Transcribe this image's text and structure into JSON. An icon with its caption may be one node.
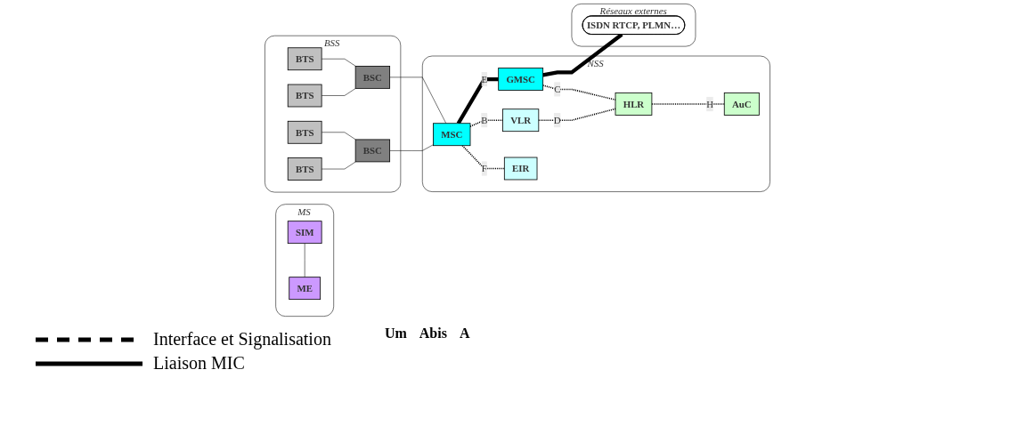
{
  "diagram": {
    "nodes": [
      {
        "text": [
          "MS"
        ]
      },
      {
        "text": [
          "SIM"
        ],
        "in": 0
      },
      {
        "text": [
          "ME"
        ],
        "in": 0
      },
      {
        "text": [
          "BSS"
        ]
      },
      {
        "text": [
          "BTS"
        ],
        "in": 3
      },
      {
        "text": [
          "BTS"
        ],
        "in": 3
      },
      {
        "text": [
          "BTS"
        ],
        "in": 3
      },
      {
        "text": [
          "BTS"
        ],
        "in": 3
      },
      {
        "text": [
          "BSC"
        ],
        "in": 3
      },
      {
        "text": [
          "BSC"
        ],
        "in": 3
      },
      {
        "text": [
          "NSS"
        ]
      },
      {
        "text": [
          "VLR"
        ],
        "in": 10
      },
      {
        "text": [
          "HLR"
        ],
        "in": 10
      },
      {
        "text": [
          "MSC"
        ],
        "in": 10
      },
      {
        "text": [
          "GMSC"
        ],
        "in": 10
      },
      {
        "text": [
          "EIR"
        ],
        "in": 10
      },
      {
        "text": [
          "AuC"
        ],
        "in": 10
      },
      {
        "text": [
          "Réseaux externes"
        ]
      },
      {
        "text": [
          "ISDN RTCP, PLMN…"
        ],
        "in": 17
      }
    ],
    "edges": [
      {
        "from": 1,
        "to": 2,
        "arrow": "none"
      },
      {
        "from": 4,
        "to": 8,
        "arrow": "none"
      },
      {
        "from": 5,
        "to": 8,
        "arrow": "none"
      },
      {
        "from": 6,
        "to": 9,
        "arrow": "none"
      },
      {
        "from": 7,
        "to": 9,
        "arrow": "none"
      },
      {
        "from": 8,
        "to": 13,
        "arrow": "none"
      },
      {
        "from": 9,
        "to": 13,
        "arrow": "none"
      },
      {
        "from": 11,
        "to": 12,
        "arrow": "none",
        "label": "D",
        "style": "dashed"
      },
      {
        "from": 13,
        "to": 11,
        "arrow": "none",
        "label": "B",
        "style": "dashed"
      },
      {
        "from": 14,
        "to": 12,
        "arrow": "none",
        "label": "C",
        "style": "dashed"
      },
      {
        "from": 13,
        "to": 14,
        "arrow": "none",
        "label": "E",
        "style": "thick"
      },
      {
        "from": 13,
        "to": 15,
        "arrow": "none",
        "label": "F",
        "style": "dashed"
      },
      {
        "from": 12,
        "to": 16,
        "arrow": "none",
        "label": "H",
        "style": "dashed"
      },
      {
        "from": 14,
        "to": 18,
        "arrow": "none",
        "style": "thick"
      }
    ],
    "labels": [
      "Um",
      "Abis",
      "A"
    ],
    "legend": [
      {
        "text": "Interface et Signalisation"
      },
      {
        "text": "Liaison MIC"
      }
    ]
  }
}
